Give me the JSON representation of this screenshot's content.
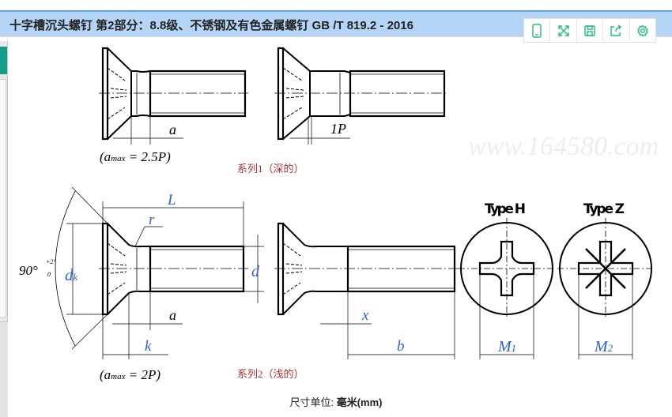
{
  "header": {
    "title": "十字槽沉头螺钉 第2部分：8.8级、不锈钢及有色金属螺钉 GB /T 819.2 - 2016"
  },
  "toolbar": {
    "icons": [
      "mobile-icon",
      "fullscreen-icon",
      "save-icon",
      "share-icon",
      "settings-icon"
    ],
    "accent": "#1fbf7a"
  },
  "drawing": {
    "watermark": "www.164580.com",
    "series1": {
      "caption": "系列1（深的）",
      "label_a": "a",
      "label_1p": "1P",
      "amax": "(a",
      "amax_sub": "max",
      "amax_val": " = 2.5P)"
    },
    "series2": {
      "caption": "系列2（浅的）",
      "label_L": "L",
      "label_r": "r",
      "label_dk": "d",
      "label_dk_sub": "k",
      "label_d": "d",
      "label_a": "a",
      "label_k": "k",
      "label_x": "x",
      "label_b": "b",
      "angle": "90°",
      "angle_tol_top": "+2°",
      "angle_tol_bot": "0",
      "amax": "(a",
      "amax_sub": "max",
      "amax_val": " = 2P)"
    },
    "type_h": {
      "title": "Type H",
      "label": "M",
      "sub": "1"
    },
    "type_z": {
      "title": "Type Z",
      "label": "M",
      "sub": "2"
    },
    "dim_color": "#2f62d8",
    "caption_color": "#b03030"
  },
  "footer": {
    "prefix": "尺寸单位: ",
    "unit": "毫米(mm)"
  }
}
